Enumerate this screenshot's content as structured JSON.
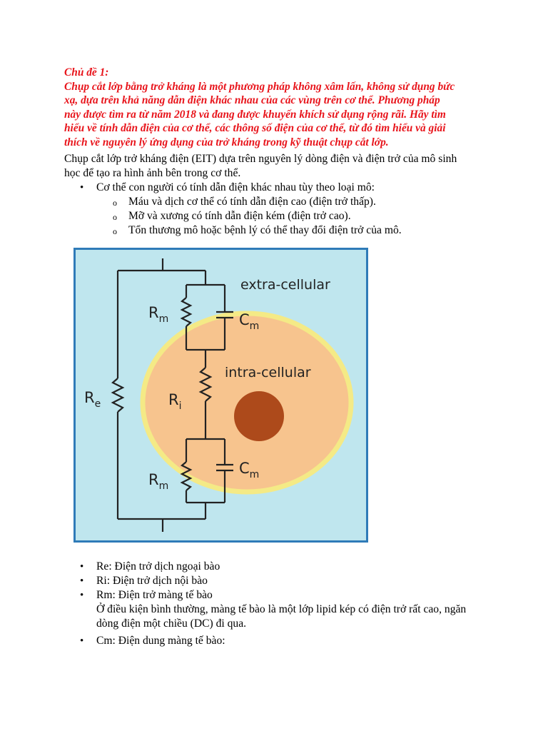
{
  "topic": {
    "label": "Chủ đề 1:",
    "lines": [
      "Chụp cắt lớp bằng trở kháng là một phương pháp không xâm lấn, không sử dụng bức",
      "xạ, dựa trên khả năng dẫn điện khác nhau của các vùng trên cơ thể. Phương pháp",
      "này được tìm ra từ năm 2018 và đang được khuyến khích sử dụng rộng rãi. Hãy tìm",
      "hiểu về tính dẫn điện của cơ thể, các thông số điện của cơ thể, từ đó tìm hiểu và giải",
      "thích về nguyên lý ứng dụng của trở kháng trong kỹ thuật chụp cắt lớp."
    ]
  },
  "intro": {
    "line1": "Chụp cắt lớp trở kháng điện (EIT) dựa trên nguyên lý dòng điện và điện trở của mô sinh",
    "line2": "học để tạo ra hình ảnh bên trong cơ thể."
  },
  "bullet_main": "Cơ thể con người có tính dẫn điện khác nhau tùy theo loại mô:",
  "sub_items": [
    "Máu và dịch cơ thể có tính dẫn điện cao (điện trở thấp).",
    "Mỡ và xương có tính dẫn điện kém (điện trở cao).",
    "Tổn thương mô hoặc bệnh lý có thể thay đổi điện trở của mô."
  ],
  "diagram": {
    "extra_cellular": "extra-cellular",
    "intra_cellular": "intra-cellular",
    "re_main": "R",
    "re_sub": "e",
    "ri_main": "R",
    "ri_sub": "i",
    "rm_main": "R",
    "rm_sub": "m",
    "cm_main": "C",
    "cm_sub": "m",
    "colors": {
      "background": "#bfe6ee",
      "border": "#2f7bb8",
      "cell": "#f7c48e",
      "cell_border": "#f4ea86",
      "nucleus": "#ad4a1b",
      "wire": "#222222"
    }
  },
  "legend": [
    "Re: Điện trở dịch ngoại bào",
    "Ri: Điện trở dịch nội bào",
    "Rm: Điện trở màng tế bào"
  ],
  "legend_note": {
    "line1": "Ở điều kiện bình thường, màng tế bào là một lớp lipid kép có điện trở rất cao, ngăn",
    "line2": "dòng điện một chiều (DC) đi qua."
  },
  "legend_last": "Cm: Điện dung màng tế bào:",
  "bullet_glyph": "•",
  "sub_glyph": "o"
}
